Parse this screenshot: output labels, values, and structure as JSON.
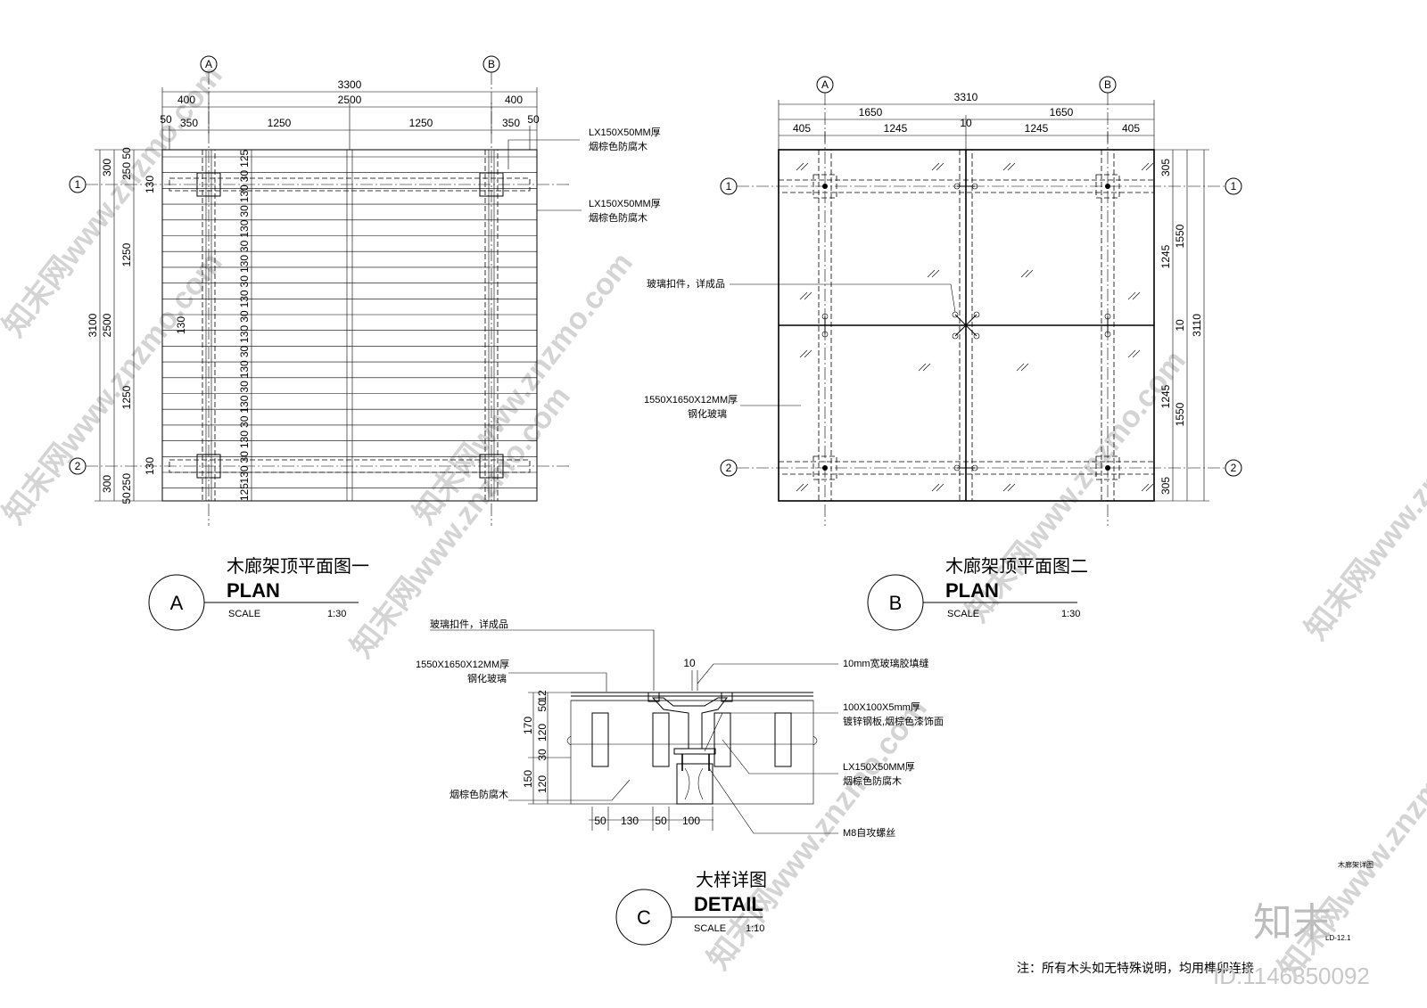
{
  "drawing_a": {
    "axis_a": "A",
    "axis_b": "B",
    "axis_1": "1",
    "axis_2": "2",
    "top_dims": {
      "total": "3300",
      "row2": [
        "400",
        "2500",
        "400"
      ],
      "row3": [
        "50",
        "350",
        "1250",
        "1250",
        "350",
        "50"
      ]
    },
    "left_dims": {
      "total": "3100",
      "col2": [
        "300",
        "2500",
        "300"
      ],
      "col3": [
        "50",
        "250",
        "1250",
        "1250",
        "250",
        "50"
      ],
      "small": [
        "130",
        "130",
        "130"
      ]
    },
    "inner_dims": [
      "125",
      "30",
      "130",
      "30",
      "130",
      "30",
      "130",
      "30",
      "130",
      "30",
      "130",
      "30",
      "130",
      "30",
      "130",
      "30",
      "130",
      "30",
      "130",
      "125"
    ],
    "note_1": [
      "LX150X50MM厚",
      "烟棕色防腐木"
    ],
    "note_2": [
      "LX150X50MM厚",
      "烟棕色防腐木"
    ],
    "title_cn": "木廊架顶平面图一",
    "title_en": "PLAN",
    "scale_label": "SCALE",
    "scale_value": "1:30",
    "badge": "A"
  },
  "drawing_b": {
    "axis_a": "A",
    "axis_b": "B",
    "axis_1": "1",
    "axis_2": "2",
    "top_dims": {
      "total": "3310",
      "row2": [
        "1650",
        "10",
        "1650"
      ],
      "row3": [
        "405",
        "1245",
        "1245",
        "405"
      ]
    },
    "right_dims": {
      "total": "3110",
      "col2": [
        "1550",
        "10",
        "1550"
      ],
      "col3": [
        "305",
        "1245",
        "1245",
        "305"
      ]
    },
    "note_clip": "玻璃扣件，详成品",
    "note_glass": [
      "1550X1650X12MM厚",
      "钢化玻璃"
    ],
    "title_cn": "木廊架顶平面图二",
    "title_en": "PLAN",
    "scale_label": "SCALE",
    "scale_value": "1:30",
    "badge": "B"
  },
  "drawing_c": {
    "notes_left": [
      "玻璃扣件，详成品",
      "1550X1650X12MM厚",
      "钢化玻璃",
      "烟棕色防腐木"
    ],
    "notes_right": [
      "10mm宽玻璃胶填缝",
      "100X100X5mm厚",
      "镀锌钢板,烟棕色漆饰面",
      "LX150X50MM厚",
      "烟棕色防腐木",
      "M8自攻螺丝"
    ],
    "top_dim": "10",
    "left_dims": [
      "12",
      "50",
      "170",
      "120",
      "30",
      "150",
      "120"
    ],
    "bottom_dims": [
      "50",
      "130",
      "50",
      "100"
    ],
    "title_cn": "大样详图",
    "title_en": "DETAIL",
    "scale_label": "SCALE",
    "scale_value": "1:10",
    "badge": "C"
  },
  "footer": {
    "sheet_name": "木廊架详图",
    "sheet_code": "LD-12.1",
    "note": "注：所有木头如无特殊说明，均用榫卯连接",
    "logo_text": "知末",
    "id_text": "ID:1146350092",
    "watermark": "知末网www.znzmo.com"
  }
}
